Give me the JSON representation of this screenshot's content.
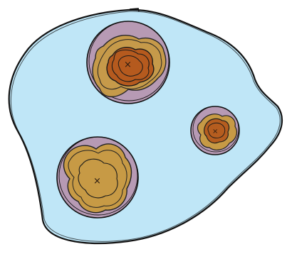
{
  "colors": {
    "background": "#ffffff",
    "region_fill": "#bfe6f7",
    "outline": "#111111",
    "halo_fill": "#b79ab4",
    "ochre_fill": "#c79a45",
    "core_fill": "#b55a1e"
  },
  "clusters": [
    {
      "id": "cluster-top",
      "center_symbol": "×"
    },
    {
      "id": "cluster-right",
      "center_symbol": "×"
    },
    {
      "id": "cluster-bottom-left",
      "center_symbol": "×"
    }
  ]
}
